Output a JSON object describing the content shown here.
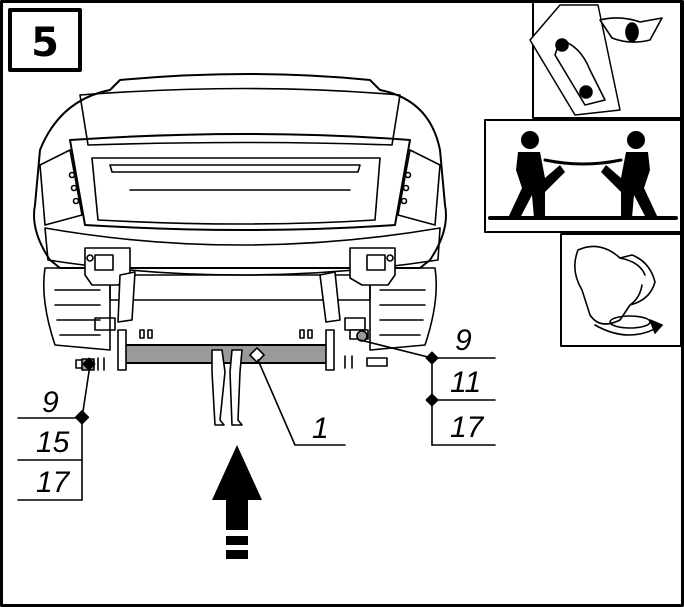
{
  "step": {
    "number": "5"
  },
  "callouts": {
    "left": [
      "9",
      "15",
      "17"
    ],
    "right": [
      "9",
      "11",
      "17"
    ],
    "part": "1"
  },
  "icons": [
    "vehicle-lift-icon",
    "two-person-lift-icon",
    "hand-tighten-icon"
  ],
  "colors": {
    "line": "#000000",
    "bar_fill": "#9a9a9a",
    "background": "#ffffff"
  }
}
